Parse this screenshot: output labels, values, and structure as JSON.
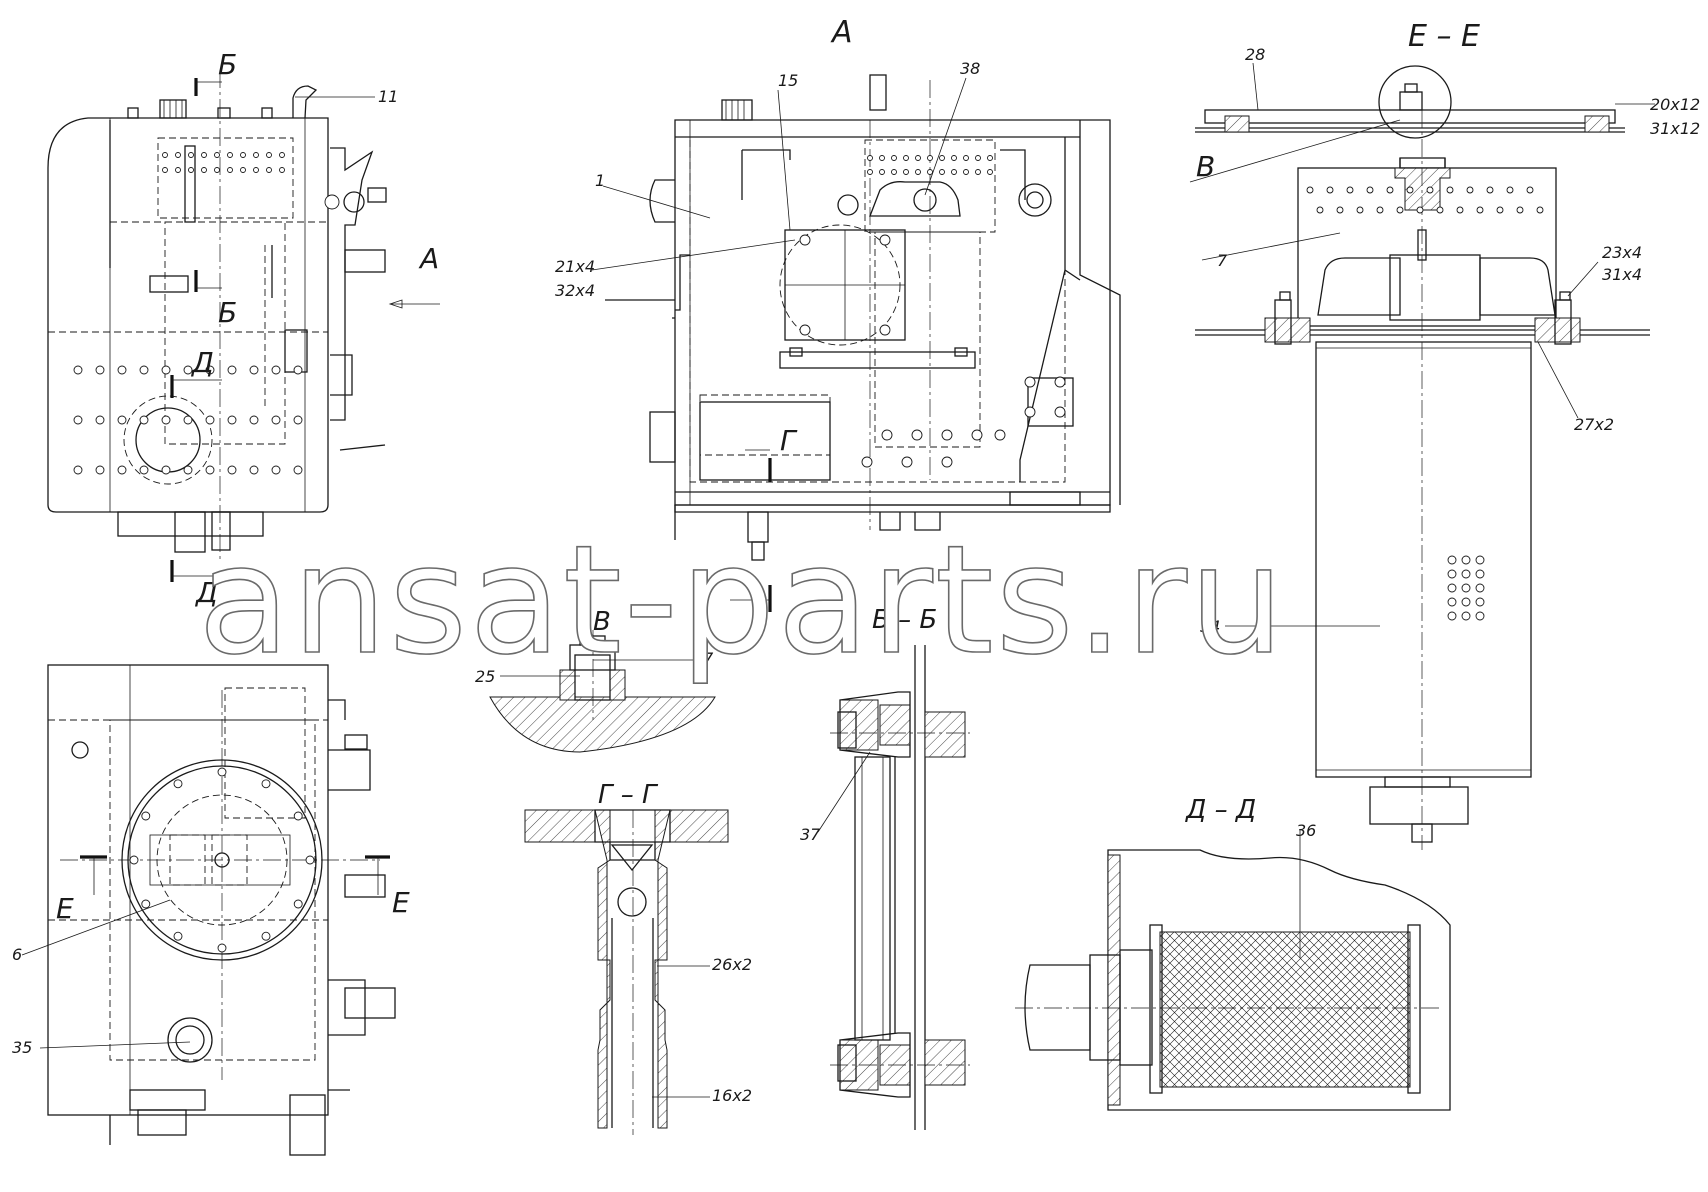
{
  "views": {
    "top_view_a": "А",
    "section_e_e": "Е – Е",
    "detail_v": "В",
    "section_g_g": "Г – Г",
    "section_b_b": "Б – Б",
    "section_d_d": "Д – Д"
  },
  "section_marks": {
    "b_top": "Б",
    "b_mid": "Б",
    "d_upper": "Д",
    "d_lower": "Д",
    "a_arrow": "А",
    "g_mark": "Г",
    "g_lower": "Г",
    "e_left": "Е",
    "e_right": "Е",
    "v_ref": "В"
  },
  "callouts": {
    "c11": "11",
    "c15": "15",
    "c38": "38",
    "c1": "1",
    "c21x4": "21х4",
    "c32x4": "32х4",
    "c28": "28",
    "c20x12": "20х12",
    "c31x12": "31х12",
    "c7": "7",
    "c23x4": "23х4",
    "c31x4": "31х4",
    "c27x2": "27х2",
    "c34": "34",
    "c25": "25",
    "c17": "17",
    "c26x2": "26х2",
    "c16x2": "16х2",
    "c37": "37",
    "c36": "36",
    "c6": "6",
    "c35": "35"
  },
  "watermark": "ansat-parts.ru"
}
